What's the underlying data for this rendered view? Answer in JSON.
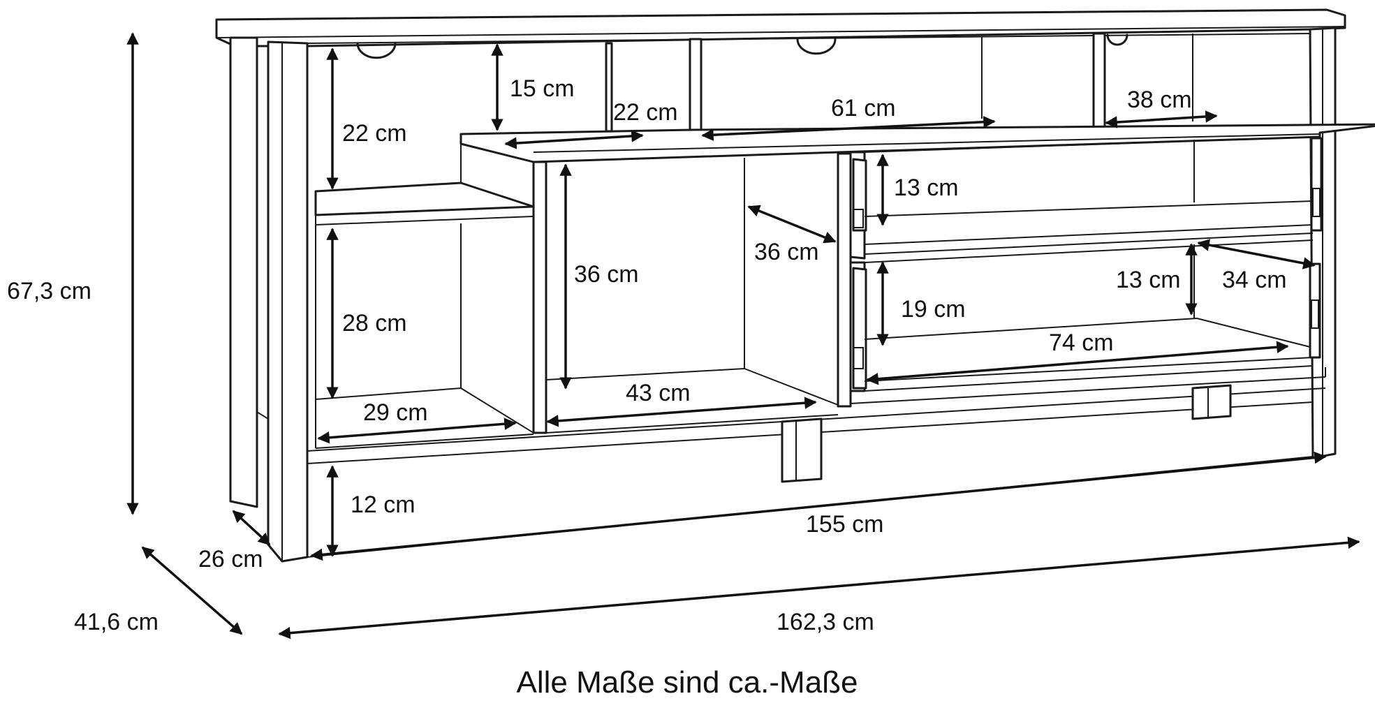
{
  "caption": "Alle Maße sind ca.-Maße",
  "dimensions": {
    "height_total": "67,3 cm",
    "depth_total": "41,6 cm",
    "depth_body": "26 cm",
    "width_total": "162,3 cm",
    "width_body": "155 cm",
    "plinth_height": "12 cm",
    "left_upper_h": "22 cm",
    "left_lower_h": "28 cm",
    "left_lower_w": "29 cm",
    "top_gap_h": "15 cm",
    "top_step_w": "22 cm",
    "top_mid_w": "61 cm",
    "top_right_w": "38 cm",
    "center_h": "36 cm",
    "center_w": "43 cm",
    "center_d": "36 cm",
    "drawer_top_h": "13 cm",
    "drawer_bottom_inner_h": "19 cm",
    "drawer_bottom_h": "13 cm",
    "drawer_d": "34 cm",
    "drawer_w": "74 cm"
  },
  "colors": {
    "line": "#1a1a1a",
    "background": "#ffffff"
  }
}
